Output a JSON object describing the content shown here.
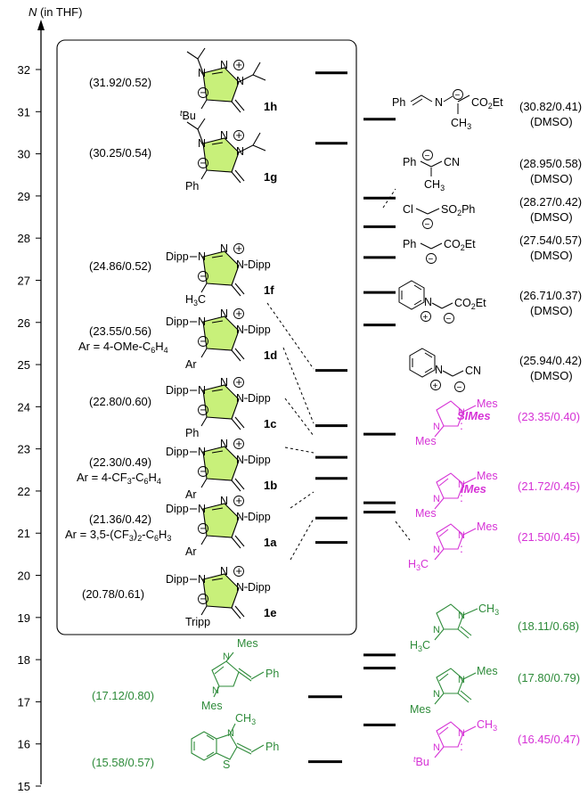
{
  "axis": {
    "label_italic": "N",
    "label_rest": " (in THF)",
    "ticks": [
      15,
      16,
      17,
      18,
      19,
      20,
      21,
      22,
      23,
      24,
      25,
      26,
      27,
      28,
      29,
      30,
      31,
      32
    ],
    "range": [
      15,
      32.8
    ]
  },
  "colors": {
    "black": "#000000",
    "magenta": "#d633d6",
    "green": "#2e8b3a",
    "ring_fill": "#c8f07a"
  },
  "triazoles": [
    {
      "code": "1h",
      "value": "(31.92/0.52)",
      "N": 31.92,
      "ar_line": "",
      "substituent": "tBu",
      "dipp": false
    },
    {
      "code": "1g",
      "value": "(30.25/0.54)",
      "N": 30.25,
      "ar_line": "",
      "substituent": "Ph",
      "dipp": false
    },
    {
      "code": "1f",
      "value": "(24.86/0.52)",
      "N": 24.86,
      "ar_line": "",
      "substituent": "H3C",
      "dipp": true
    },
    {
      "code": "1d",
      "value": "(23.55/0.56)",
      "N": 23.55,
      "ar_line": "Ar = 4-OMe-C6H4",
      "substituent": "Ar",
      "dipp": true
    },
    {
      "code": "1c",
      "value": "(22.80/0.60)",
      "N": 22.8,
      "ar_line": "",
      "substituent": "Ph",
      "dipp": true
    },
    {
      "code": "1b",
      "value": "(22.30/0.49)",
      "N": 22.3,
      "ar_line": "Ar = 4-CF3-C6H4",
      "substituent": "Ar",
      "dipp": true
    },
    {
      "code": "1a",
      "value": "(21.36/0.42)",
      "N": 21.36,
      "ar_line": "Ar = 3,5-(CF3)2-C6H3",
      "substituent": "Ar",
      "dipp": true
    },
    {
      "code": "1e",
      "value": "(20.78/0.61)",
      "N": 20.78,
      "ar_line": "",
      "substituent": "Tripp",
      "dipp": true
    }
  ],
  "references_dmso": [
    {
      "value": "(30.82/0.41)",
      "solvent": "(DMSO)",
      "N": 30.82
    },
    {
      "value": "(28.95/0.58)",
      "solvent": "(DMSO)",
      "N": 28.95
    },
    {
      "value": "(28.27/0.42)",
      "solvent": "(DMSO)",
      "N": 28.27
    },
    {
      "value": "(27.54/0.57)",
      "solvent": "(DMSO)",
      "N": 27.54
    },
    {
      "value": "(26.71/0.37)",
      "solvent": "(DMSO)",
      "N": 26.71
    },
    {
      "value": "(25.94/0.42)",
      "solvent": "(DMSO)",
      "N": 25.94
    }
  ],
  "carbenes": [
    {
      "value": "(23.35/0.40)",
      "name": "SIMes",
      "N": 23.35
    },
    {
      "value": "(21.72/0.45)",
      "name": "IMes",
      "N": 21.72
    },
    {
      "value": "(21.50/0.45)",
      "name": "",
      "N": 21.5
    },
    {
      "value": "(16.45/0.47)",
      "name": "",
      "N": 16.45
    }
  ],
  "olefins_right": [
    {
      "value": "(18.11/0.68)",
      "N": 18.11
    },
    {
      "value": "(17.80/0.79)",
      "N": 17.8
    }
  ],
  "olefins_left": [
    {
      "value": "(17.12/0.80)",
      "N": 17.12
    },
    {
      "value": "(15.58/0.57)",
      "N": 15.58
    }
  ],
  "atoms": {
    "N": "N",
    "Ph": "Ph",
    "Dipp": "Dipp",
    "Mes": "Mes",
    "Ar": "Ar",
    "Tripp": "Tripp",
    "H3C_H": "H",
    "H3C_sub": "3",
    "H3C_C": "C",
    "tBu_t": "t",
    "tBu_Bu": "Bu",
    "CN": "CN",
    "CH3_C": "CH",
    "CH3_sub": "3",
    "CO2Et_A": "CO",
    "CO2Et_sub": "2",
    "CO2Et_B": "Et",
    "SO2Ph_A": "SO",
    "SO2Ph_sub": "2",
    "SO2Ph_B": "Ph",
    "Cl": "Cl",
    "S": "S",
    "minus": "−",
    "plus": "+"
  }
}
